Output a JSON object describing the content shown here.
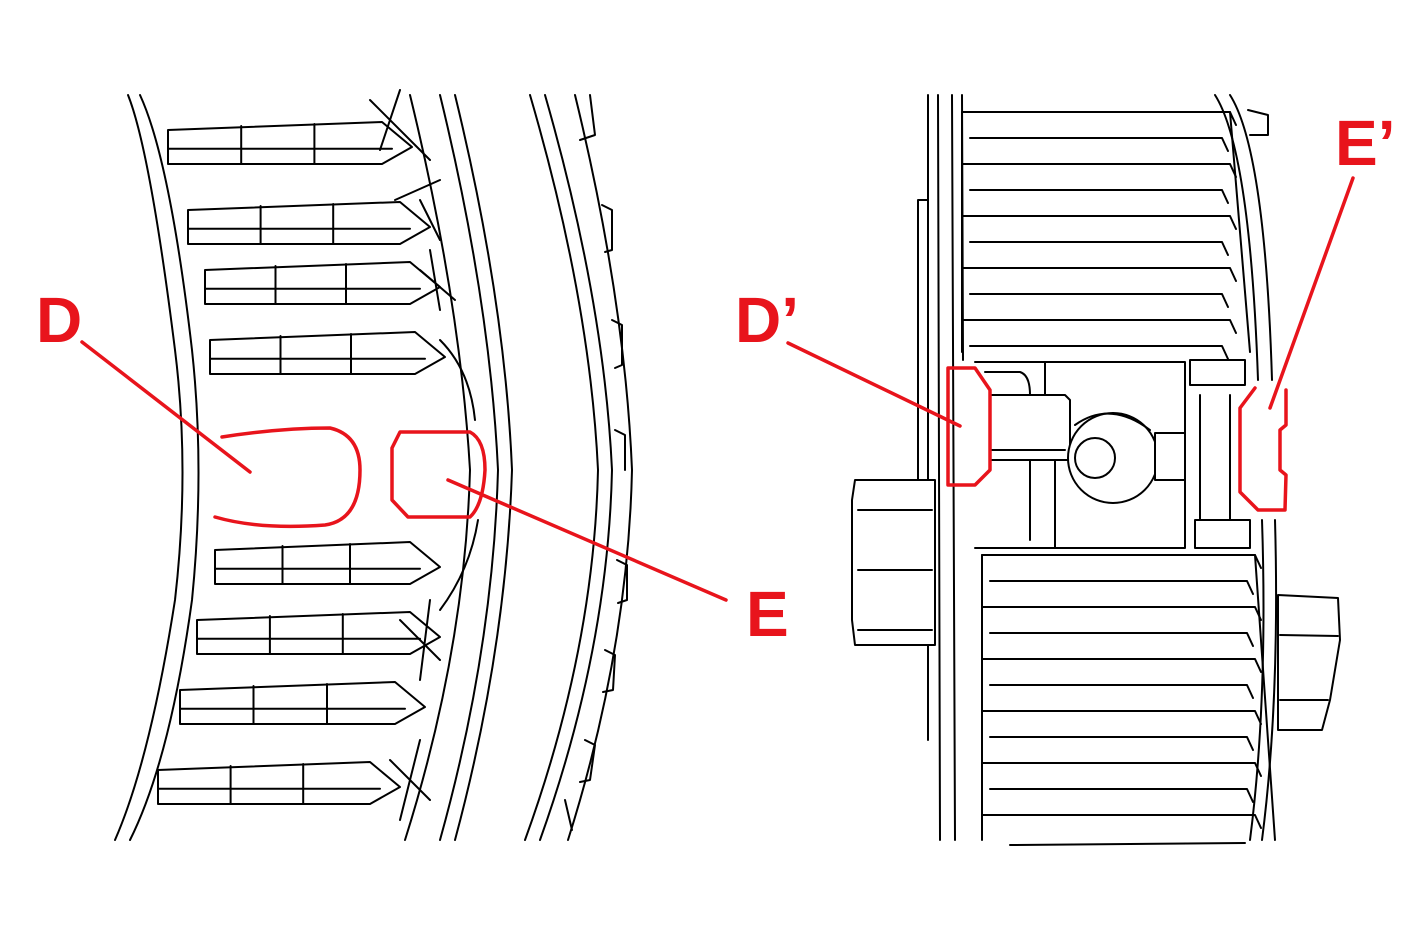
{
  "labels": {
    "d": "D",
    "e": "E",
    "d_prime": "D’",
    "e_prime": "E’"
  },
  "colors": {
    "highlight": "#e8141c",
    "line": "#000000",
    "background": "#ffffff"
  }
}
